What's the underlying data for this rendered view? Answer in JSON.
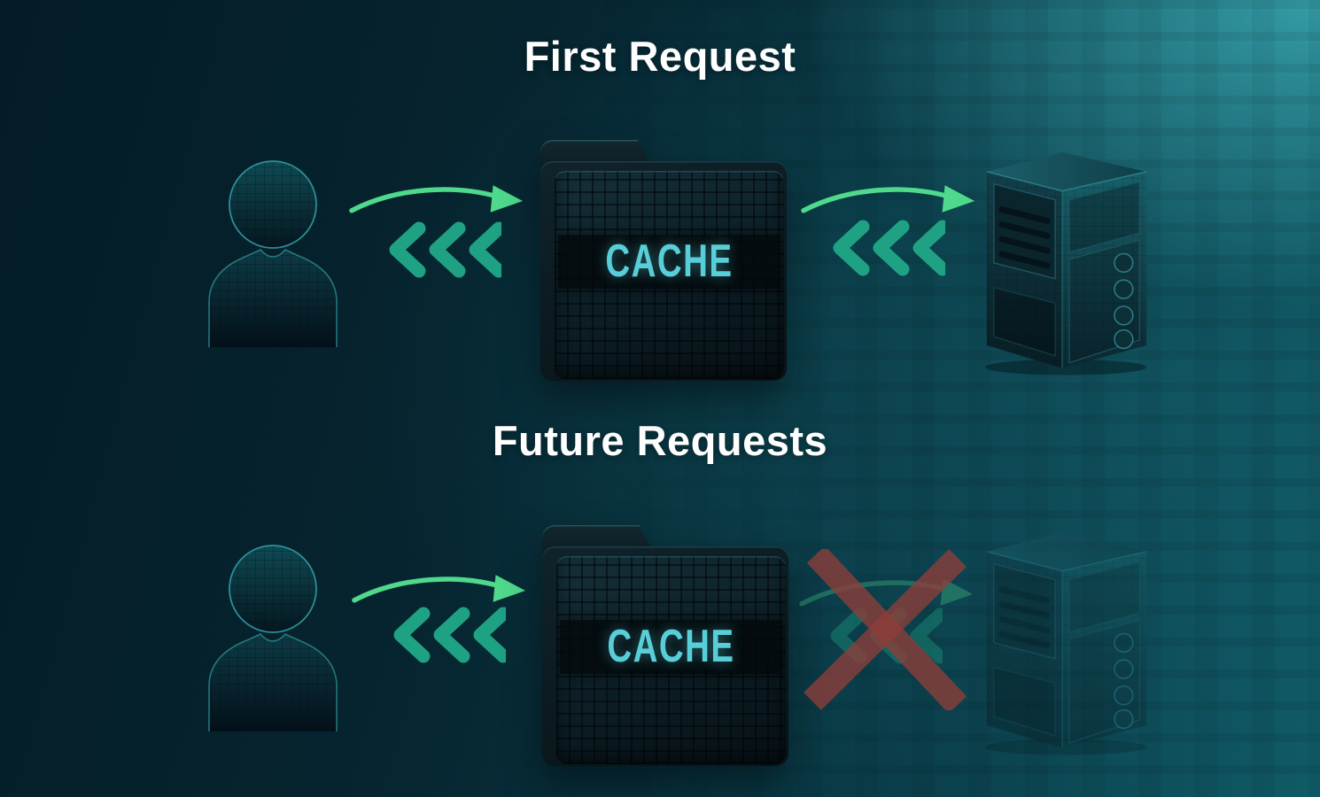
{
  "diagram": {
    "sections": [
      {
        "id": "first-request",
        "title": "First Request",
        "cache_label": "CACHE",
        "server_blocked": false
      },
      {
        "id": "future-requests",
        "title": "Future Requests",
        "cache_label": "CACHE",
        "server_blocked": true
      }
    ],
    "icons": {
      "user": "user-silhouette-icon",
      "cache": "cache-folder-icon",
      "server": "server-tower-icon",
      "request_arrow": "curved-right-arrow-icon",
      "response_chevrons": "triple-left-chevron-icon",
      "blocked": "red-x-icon"
    },
    "colors": {
      "background_dark": "#05202b",
      "background_teal": "#3aa0aa",
      "arrow_green": "#4fd98c",
      "chevron_teal": "#1fa183",
      "cache_text": "#58ced8",
      "x_red": "#8e3e3a",
      "title_text": "#ffffff"
    }
  }
}
